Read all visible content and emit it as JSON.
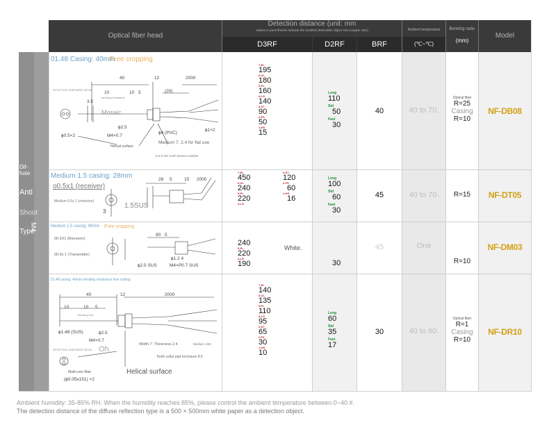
{
  "header": {
    "optical_fiber_head": "Optical fiber head",
    "detection_distance": "Detection distance (unit: mm",
    "detection_note": "Values in parentheses indicate the smallest detectable object size (copper wire)",
    "d3rf": "D3RF",
    "d2rf": "D2RF",
    "brf": "BRF",
    "ambient_temperature": "Ambient temperature",
    "ambient_unit": "(℃~℃)",
    "bending_radius": "Bending radiu",
    "bending_unit": "(mm)",
    "model": "Model"
  },
  "side": {
    "diffuse": "Dif-\nfuse",
    "anti": "Anti",
    "shoot": "Shoot",
    "type": "Type",
    "m4": "M4"
  },
  "rows": [
    {
      "title": "01.48 Casing: 40mm",
      "title_extra": "Free cropping",
      "notes": {
        "top_note": "DETECTION COMPONENT DETAIL",
        "bending_note": "bending resistance",
        "mosaic": "Mosaic",
        "phi05x2": "ϕ0.5×2",
        "phi25": "ϕ2.5",
        "m4x07": "M4×0.7",
        "helical": "Helical surface",
        "phi4": "ϕ4 (PVC)",
        "phi1x2": "ϕ1×2",
        "medium": "Medium 7: 2.4 for flat use",
        "teeth": "8.5 in the tooth division washer",
        "d40": "40",
        "d10a": "10",
        "d10b": "10",
        "d5": "5",
        "d12": "12",
        "d20": "(20)",
        "d2000": "2000",
        "d35": "3.5"
      },
      "d3rf": [
        {
          "tag": "7-EL",
          "val": "195"
        },
        {
          "tag": "6-UL",
          "val": "180"
        },
        {
          "tag": "5-PL",
          "val": "160"
        },
        {
          "tag": "4-LG",
          "val": "140"
        },
        {
          "tag": "3-ST",
          "val": "90"
        },
        {
          "tag": "2-FS",
          "val": "50"
        },
        {
          "tag": "1-HS",
          "val": "15"
        }
      ],
      "d2rf": [
        {
          "tag": "Long",
          "val": "110"
        },
        {
          "tag": "Std",
          "val": "50"
        },
        {
          "tag": "Fast",
          "val": "30"
        }
      ],
      "brf": "40",
      "temp": "40 to 70.",
      "bend": [
        "Optical fiber",
        "R=25",
        "Casing",
        "R=10"
      ],
      "model": "NF-DB08"
    },
    {
      "title": "Medium 1.5 casing: 28mm",
      "notes": {
        "receiver": "o0.5x1 (receiver)",
        "emission": "Medium 0.5x 1 (emission)",
        "sus": "1.5SUS",
        "d28": "28",
        "d5": "5",
        "d15": "15",
        "d2000": "2000",
        "d3": "3"
      },
      "d3rf_left": [
        {
          "tag": "7-EL",
          "val": "450"
        },
        {
          "tag": "6-UL",
          "val": "240"
        },
        {
          "tag": "5-PL",
          "val": "220"
        },
        {
          "tag": "4-LG",
          "val": ""
        }
      ],
      "d3rf_right": [
        {
          "tag": "3-ST",
          "val": "120"
        },
        {
          "tag": "2-FS",
          "val": "60"
        },
        {
          "tag": "1-HS",
          "val": "16"
        }
      ],
      "d2rf": [
        {
          "tag": "Long",
          "val": "100"
        },
        {
          "tag": "Std",
          "val": "60"
        },
        {
          "tag": "Fast",
          "val": "30"
        }
      ],
      "brf": "45",
      "temp": "40 to 70.",
      "bend": [
        "R=15"
      ],
      "model": "NF-DT05"
    },
    {
      "title": "Medium 1.5 casing: 90mm",
      "title_extra": "Free cropping",
      "notes": {
        "receiver": "00.5X1 (Receiver)",
        "transmitter": "00.5x 1 (Transmitter)",
        "sus25": "ϕ2.5 SUS",
        "sus12": "ϕ1.2 4",
        "m4sus": "M4×P0.7 SUS",
        "d90": "90",
        "d5": "5"
      },
      "d3rf": [
        {
          "tag": "",
          "val": "240"
        },
        {
          "tag": "5-PL",
          "val": "220"
        },
        {
          "tag": "4-LG",
          "val": "190"
        }
      ],
      "d3rf_right_note": "White.",
      "d2rf": [
        {
          "tag": "",
          "val": "30"
        }
      ],
      "brf": "45",
      "temp": "One",
      "bend": [
        "R=10"
      ],
      "model": "NF-DM03"
    },
    {
      "title": "01.48 casing: 40mm bending resistance free cutting",
      "notes": {
        "bending": "Bending resi",
        "phi148": "ϕ1.48 (SUS)",
        "phi25": "ϕ2.5",
        "m4x07": "M4×0.7",
        "medium": "Width 7: Thickness 2.4",
        "medium2": "Medium 1/82",
        "tooth": "Tooth collar pad enclosure 8.5",
        "oh": "Oh.",
        "multicore": "Multi-core fiber",
        "phi005": "(ϕ0.05x151) ×2",
        "helical": "Helical surface",
        "detect": "DETECTION COMPONENT DETAIL",
        "d40": "40",
        "d12": "12",
        "d2000": "2000",
        "d10a": "10",
        "d10b": "10",
        "d5": "5"
      },
      "d3rf": [
        {
          "tag": "7-EL",
          "val": "140"
        },
        {
          "tag": "6-UL",
          "val": "135"
        },
        {
          "tag": "5-PL",
          "val": "110"
        },
        {
          "tag": "4-LG",
          "val": "95"
        },
        {
          "tag": "3-ST",
          "val": "65"
        },
        {
          "tag": "2-FS",
          "val": "30"
        },
        {
          "tag": "1-HS",
          "val": "10"
        }
      ],
      "d2rf": [
        {
          "tag": "Long",
          "val": "60"
        },
        {
          "tag": "Std",
          "val": "35"
        },
        {
          "tag": "Fast",
          "val": "17"
        }
      ],
      "brf": "30",
      "temp": "40 to 60.",
      "bend": [
        "Optical fiber",
        "R=1",
        "Casing",
        "R=10"
      ],
      "model": "NF-DR10"
    }
  ],
  "footer": {
    "line1": "Ambient humidity: 35-85% RH. When the humidity reaches 85%, please control the ambient temperature between 0~40 #.",
    "line2": "The detection distance of the diffuse reflection type is a 500 × 500mm white paper as a detection object."
  }
}
